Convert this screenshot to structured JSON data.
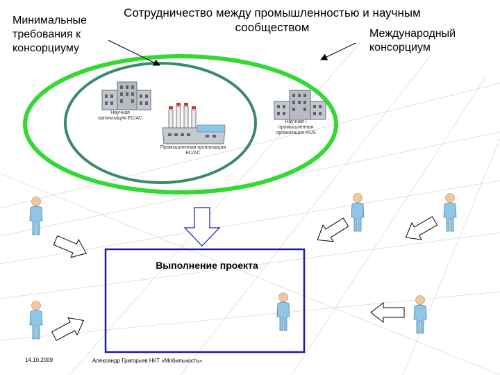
{
  "title": "Сотрудничество между промышленностью и научным сообществом",
  "left_note": "Минимальные требования к консорциуму",
  "right_note": "Международный консорциум",
  "buildings": {
    "science_ec": "Научная организация ЕС/АС",
    "industry": "Промышленная организация ЕС/АС",
    "science_rus": "Научная / промышленная организация RUS"
  },
  "project_box": {
    "label": "Выполнение проекта",
    "border_color": "#1a1aa6"
  },
  "colors": {
    "outer_ring": "#33d933",
    "inner_ring": "#3a8a6a",
    "person_body": "#8fc6e8",
    "person_head": "#f0c8a0"
  },
  "footer": {
    "date": "14.10.2009",
    "author": "Александр Григорьев НКТ «Мобильность»"
  }
}
